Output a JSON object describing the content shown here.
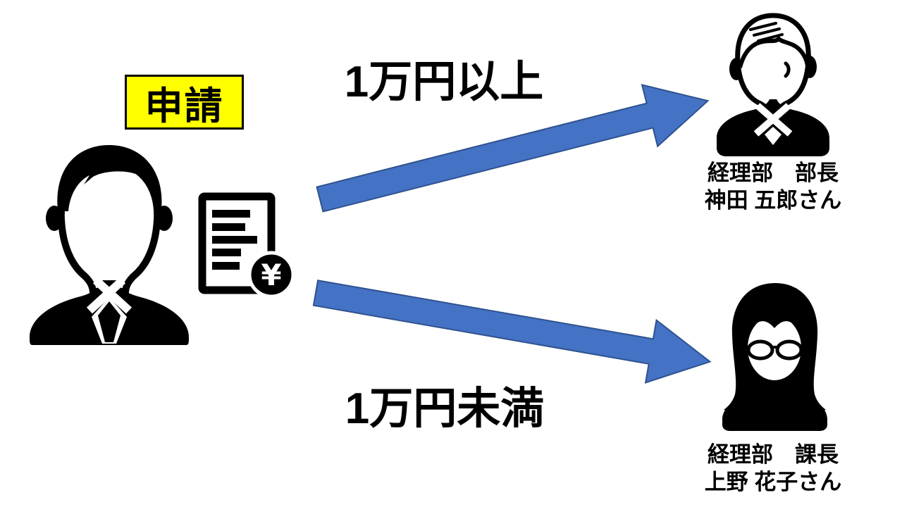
{
  "diagram": {
    "title_hint": "expense-approval-flow",
    "request_badge": {
      "label": "申請"
    },
    "applicant": {
      "icon": "businessman-silhouette",
      "document_icon": "invoice-with-yen",
      "currency_symbol": "¥"
    },
    "branches": [
      {
        "condition": "1万円以上",
        "approver": {
          "department_title": "経理部　部長",
          "name": "神田 五郎さん",
          "icon": "older-man"
        }
      },
      {
        "condition": "1万円未満",
        "approver": {
          "department_title": "経理部　課長",
          "name": "上野 花子さん",
          "icon": "woman-with-glasses"
        }
      }
    ],
    "colors": {
      "arrow_fill": "#4472C4",
      "arrow_border": "#2F528F",
      "badge_background": "#FFFF00",
      "badge_border": "#000000",
      "icon_color": "#000000",
      "background": "#FFFFFF"
    }
  }
}
